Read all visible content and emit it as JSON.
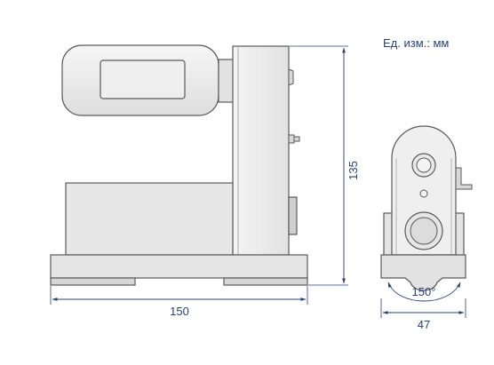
{
  "units_label": "Ед. изм.: мм",
  "dimensions": {
    "width_side": "150",
    "height": "135",
    "width_front": "47",
    "angle": "150°"
  },
  "colors": {
    "stroke": "#5a5a5a",
    "fill_light": "#f3f3f3",
    "fill_mid": "#e6e6e6",
    "fill_dark": "#d4d4d4",
    "dimension_line": "#2a3f78",
    "text": "#2a3f78"
  }
}
